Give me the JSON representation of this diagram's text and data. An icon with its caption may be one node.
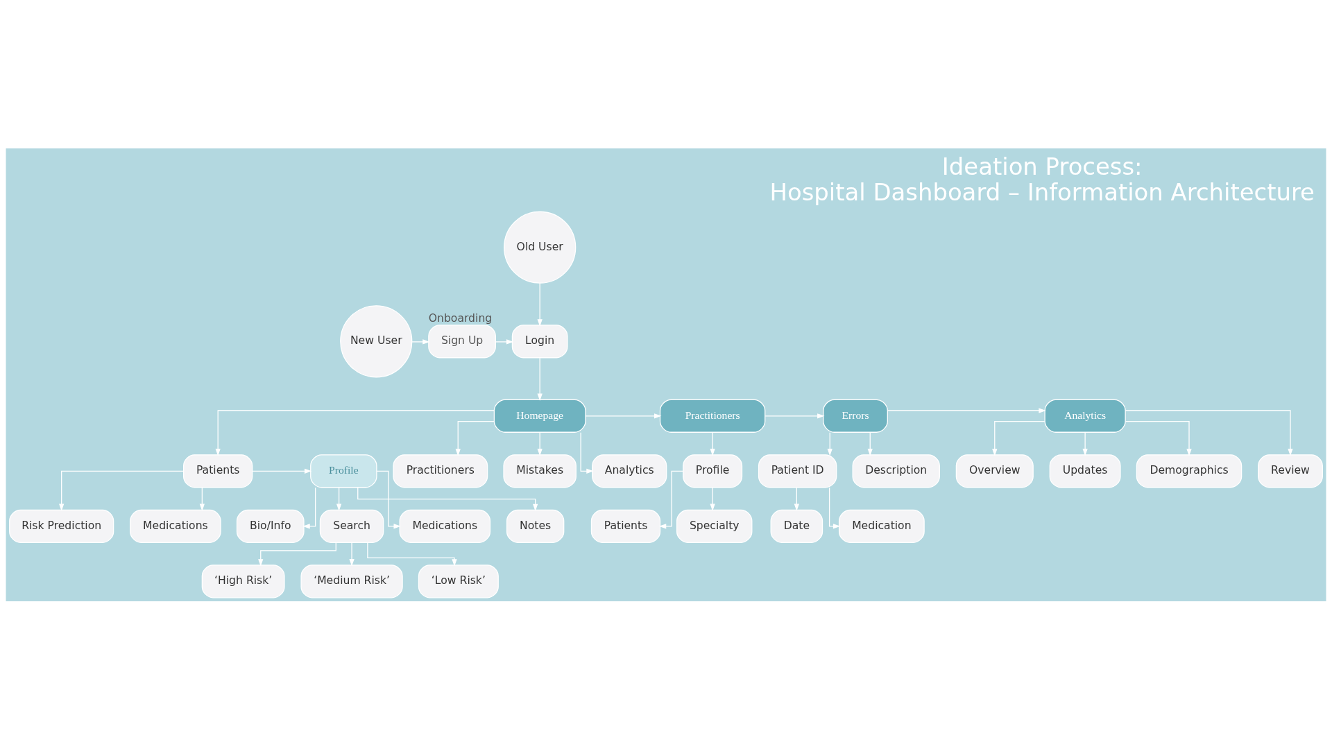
{
  "diagram": {
    "title": "Ideation Process:",
    "caption": "Hospital Dashboard – Information Architecture",
    "nodes": [
      {
        "text": [
          "Old User"
        ]
      },
      {
        "text": [
          "New User"
        ]
      },
      {
        "text": [
          "Sign Up"
        ],
        "beside": [
          "Onboarding"
        ]
      },
      {
        "text": [
          "Login"
        ]
      },
      {
        "text": [
          "Homepage"
        ]
      },
      {
        "text": [
          "Patients"
        ]
      },
      {
        "text": [
          "Risk Prediction"
        ]
      },
      {
        "text": [
          "Medications"
        ]
      },
      {
        "text": [
          "Practitioners"
        ]
      },
      {
        "text": [
          "Mistakes"
        ]
      },
      {
        "text": [
          "Analytics"
        ]
      },
      {
        "text": [
          "Profile"
        ]
      },
      {
        "text": [
          "Bio/Info"
        ]
      },
      {
        "text": [
          "Search"
        ]
      },
      {
        "text": [
          "‘High Risk’"
        ]
      },
      {
        "text": [
          "‘Medium Risk’"
        ]
      },
      {
        "text": [
          "‘Low Risk’"
        ]
      },
      {
        "text": [
          "Medications"
        ]
      },
      {
        "text": [
          "Notes"
        ]
      },
      {
        "text": [
          "Practitioners"
        ]
      },
      {
        "text": [
          "Profile"
        ]
      },
      {
        "text": [
          "Patients"
        ]
      },
      {
        "text": [
          "Specialty"
        ]
      },
      {
        "text": [
          "Errors"
        ]
      },
      {
        "text": [
          "Patient ID"
        ]
      },
      {
        "text": [
          "Date"
        ]
      },
      {
        "text": [
          "Medication"
        ]
      },
      {
        "text": [
          "Description"
        ]
      },
      {
        "text": [
          "Analytics"
        ]
      },
      {
        "text": [
          "Overview"
        ]
      },
      {
        "text": [
          "Updates"
        ]
      },
      {
        "text": [
          "Demographics"
        ]
      },
      {
        "text": [
          "Review"
        ]
      }
    ],
    "edges": [
      {
        "from": 1,
        "to": 2,
        "arrow": "to"
      },
      {
        "from": 2,
        "to": 3,
        "arrow": "to"
      },
      {
        "from": 0,
        "to": 3,
        "arrow": "to"
      },
      {
        "from": 3,
        "to": 4,
        "arrow": "to"
      },
      {
        "from": 4,
        "to": 5,
        "arrow": "to"
      },
      {
        "from": 4,
        "to": 8,
        "arrow": "to"
      },
      {
        "from": 4,
        "to": 9,
        "arrow": "to"
      },
      {
        "from": 4,
        "to": 10,
        "arrow": "to"
      },
      {
        "from": 5,
        "to": 6,
        "arrow": "to"
      },
      {
        "from": 5,
        "to": 7,
        "arrow": "to"
      },
      {
        "from": 5,
        "to": 11,
        "arrow": "to"
      },
      {
        "from": 11,
        "to": 12,
        "arrow": "to"
      },
      {
        "from": 11,
        "to": 13,
        "arrow": "to"
      },
      {
        "from": 11,
        "to": 17,
        "arrow": "to"
      },
      {
        "from": 11,
        "to": 18,
        "arrow": "to"
      },
      {
        "from": 13,
        "to": 14,
        "arrow": "to"
      },
      {
        "from": 13,
        "to": 15,
        "arrow": "to"
      },
      {
        "from": 13,
        "to": 16,
        "arrow": "to"
      },
      {
        "from": 4,
        "to": 19,
        "arrow": "to"
      },
      {
        "from": 19,
        "to": 20,
        "arrow": "to"
      },
      {
        "from": 20,
        "to": 21,
        "arrow": "to"
      },
      {
        "from": 20,
        "to": 22,
        "arrow": "to"
      },
      {
        "from": 19,
        "to": 23,
        "arrow": "to"
      },
      {
        "from": 23,
        "to": 24,
        "arrow": "to"
      },
      {
        "from": 24,
        "to": 25,
        "arrow": "to"
      },
      {
        "from": 24,
        "to": 26,
        "arrow": "to"
      },
      {
        "from": 23,
        "to": 27,
        "arrow": "to"
      },
      {
        "from": 23,
        "to": 28,
        "arrow": "to"
      },
      {
        "from": 28,
        "to": 29,
        "arrow": "to"
      },
      {
        "from": 28,
        "to": 30,
        "arrow": "to"
      },
      {
        "from": 28,
        "to": 31,
        "arrow": "to"
      },
      {
        "from": 28,
        "to": 32,
        "arrow": "to"
      }
    ]
  }
}
